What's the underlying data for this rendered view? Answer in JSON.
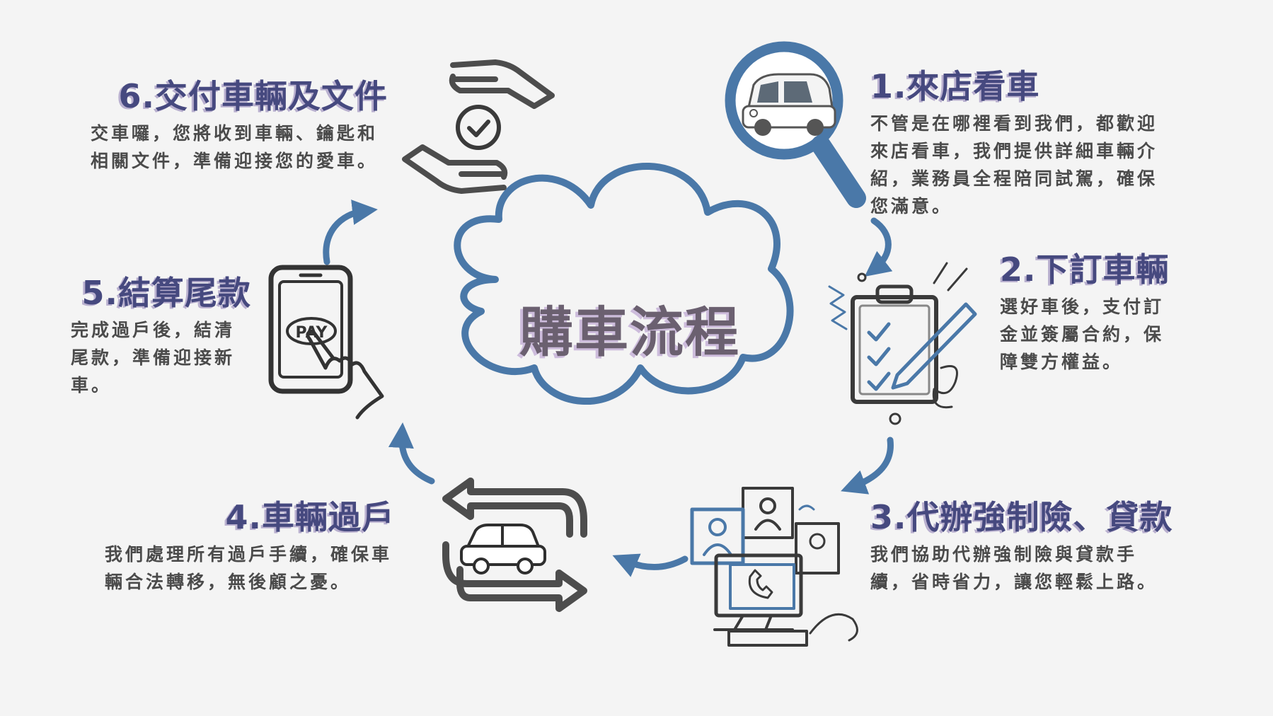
{
  "center": {
    "title": "購車流程"
  },
  "steps": [
    {
      "title": "1.來店看車",
      "desc": "不管是在哪裡看到我們，都歡迎來店看車，我們提供詳細車輛介紹，業務員全程陪同試駕，確保您滿意。",
      "icon": "magnifier-car-icon"
    },
    {
      "title": "2.下訂車輛",
      "desc": "選好車後，支付訂金並簽屬合約，保障雙方權益。",
      "icon": "clipboard-pen-icon"
    },
    {
      "title": "3.代辦強制險、貸款",
      "desc": "我們協助代辦強制險與貸款手續，省時省力，讓您輕鬆上路。",
      "icon": "video-call-icon"
    },
    {
      "title": "4.車輛過戶",
      "desc": "我們處理所有過戶手續，確保車輛合法轉移，無後顧之憂。",
      "icon": "car-transfer-arrows-icon"
    },
    {
      "title": "5.結算尾款",
      "desc": "完成過戶後，結清尾款，準備迎接新車。",
      "icon": "phone-pay-icon",
      "icon_text": "PAY"
    },
    {
      "title": "6.交付車輛及文件",
      "desc": "交車囉，您將收到車輛、鑰匙和相關文件，準備迎接您的愛車。",
      "icon": "hands-check-icon"
    }
  ],
  "colors": {
    "accent": "#4a78a8",
    "title": "#46497f",
    "title_shadow": "#b9b0cf",
    "text": "#4b4b4b",
    "line": "#3a3a3a"
  }
}
